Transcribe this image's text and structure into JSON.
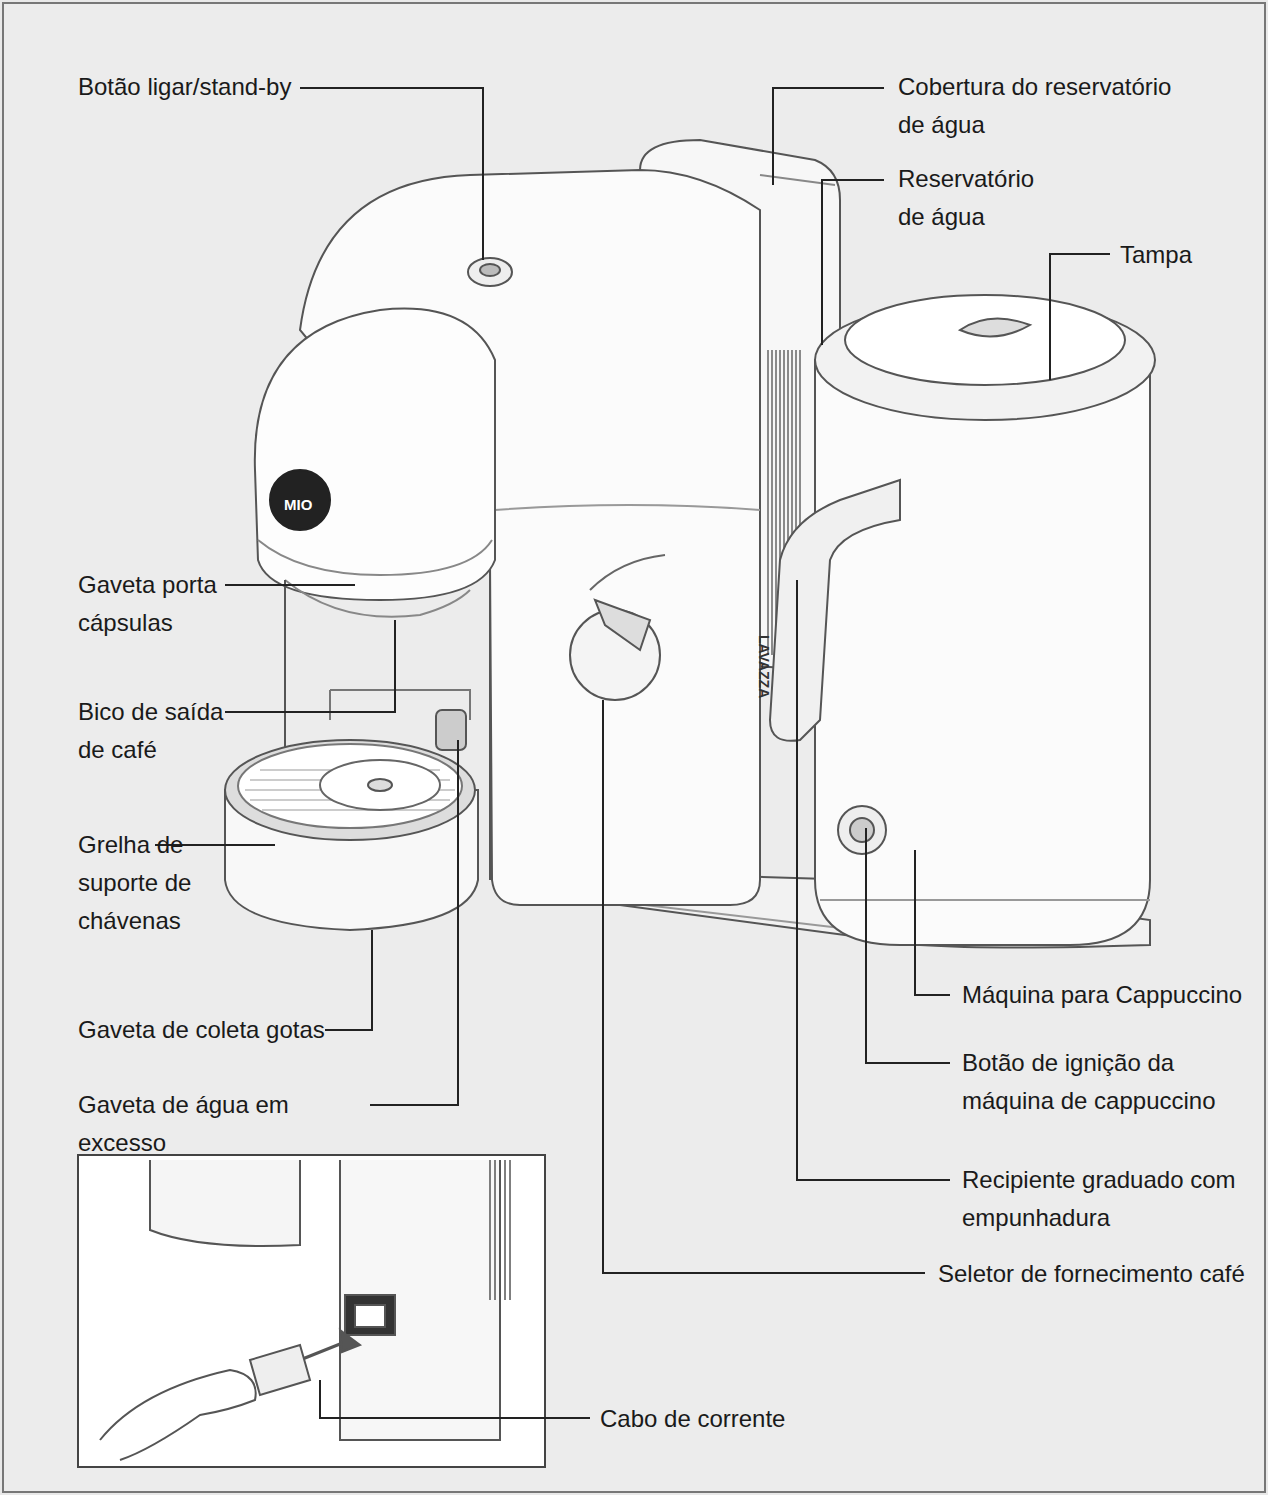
{
  "diagram": {
    "labels": [
      "Botão ligar/stand-by",
      "Cobertura do reservatório de água",
      "Reservatório de água",
      "Tampa",
      "Gaveta porta cápsulas",
      "Bico de saída de café",
      "Grelha de suporte de chávenas",
      "Gaveta de coleta gotas",
      "Gaveta de água em excesso",
      "Máquina para Cappuccino",
      "Botão de ignição da máquina de cappuccino",
      "Recipiente graduado com empunhadura",
      "Seletor de fornecimento café",
      "Cabo de corrente",
      "MIO",
      "LAVAZZA"
    ]
  }
}
